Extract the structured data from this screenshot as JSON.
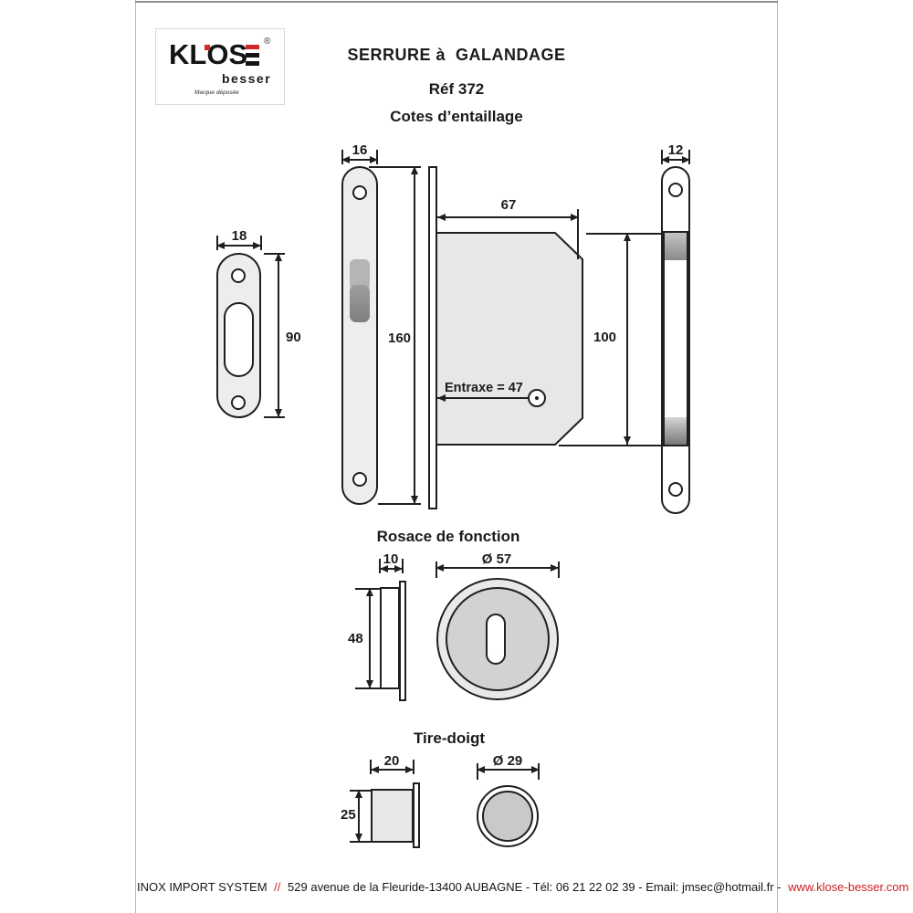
{
  "header": {
    "logo": {
      "brand": "KLOSE",
      "brand_text": "KLOS",
      "registered": "®",
      "sub_brand": "besser",
      "tagline": "Marque déposée"
    },
    "title": "SERRURE à  GALANDAGE",
    "reference": "Réf 372",
    "subtitle": "Cotes d’entaillage"
  },
  "drawing": {
    "strike_plate": {
      "width": "18",
      "height": "90"
    },
    "faceplate": {
      "width": "16",
      "height": "160"
    },
    "lock_body": {
      "depth": "67",
      "height": "100",
      "entraxe": "Entraxe = 47"
    },
    "counter_plate": {
      "width": "12"
    },
    "rosace": {
      "title": "Rosace de fonction",
      "depth": "10",
      "height": "48",
      "diameter": "Ø 57"
    },
    "tire_doigt": {
      "title": "Tire-doigt",
      "depth": "20",
      "height": "25",
      "diameter": "Ø 29"
    }
  },
  "footer": {
    "company": "INOX IMPORT SYSTEM",
    "separator": "//",
    "address": "529 avenue de la Fleuride-13400 AUBAGNE - Tél: 06 21 22 02 39 - Email: jmsec@hotmail.fr -",
    "website": "www.klose-besser.com"
  },
  "colors": {
    "accent_red": "#cc2020",
    "line": "#1f1f1f",
    "plate_fill": "#ededed",
    "body_fill": "#e7e7e7"
  }
}
